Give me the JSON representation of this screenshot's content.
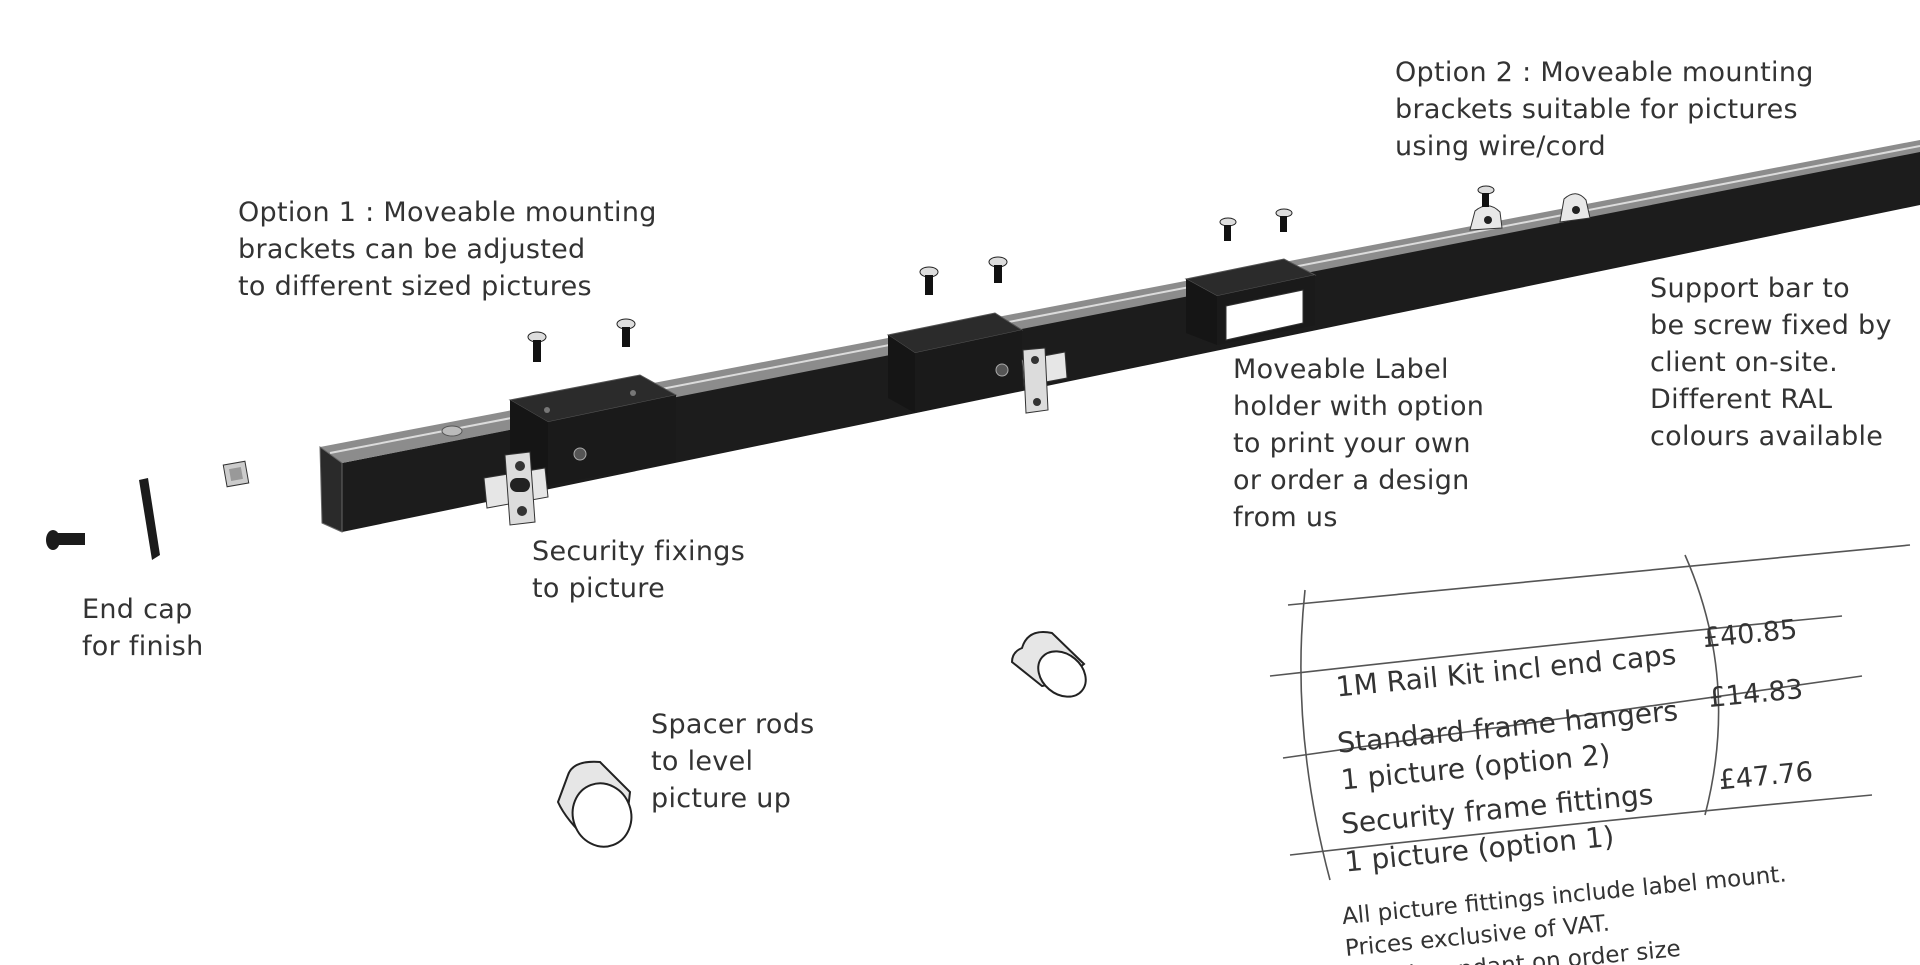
{
  "labels": {
    "option2": [
      "Option 2 : Moveable mounting",
      "brackets suitable for pictures",
      "using wire/cord"
    ],
    "option1": [
      "Option 1 : Moveable mounting",
      "brackets can be adjusted",
      "to different sized pictures"
    ],
    "support_bar": [
      "Support bar to",
      "be screw fixed by",
      "client on-site.",
      "Different RAL",
      "colours available"
    ],
    "label_holder": [
      "Moveable Label",
      "holder with option",
      "to print your own",
      "or order a design",
      "from us"
    ],
    "security": [
      "Security fixings",
      "to picture"
    ],
    "end_cap": [
      "End cap",
      "for finish"
    ],
    "spacer": [
      "Spacer rods",
      "to level",
      "picture up"
    ]
  },
  "price_table": {
    "rows": [
      {
        "item": [
          "1M Rail Kit incl end caps"
        ],
        "price": "£40.85"
      },
      {
        "item": [
          "Standard frame hangers",
          "1 picture (option 2)"
        ],
        "price": "£14.83"
      },
      {
        "item": [
          "Security frame fittings",
          "1 picture (option 1)"
        ],
        "price": "£47.76"
      }
    ],
    "notes": [
      "All picture fittings include label mount.",
      "Prices exclusive of VAT.",
      "P&P dependant on order size"
    ]
  },
  "colors": {
    "rail": "#1c1c1c",
    "rail_top": "#8a8a8a",
    "metal": "#d9d9d9",
    "line": "#555555"
  }
}
